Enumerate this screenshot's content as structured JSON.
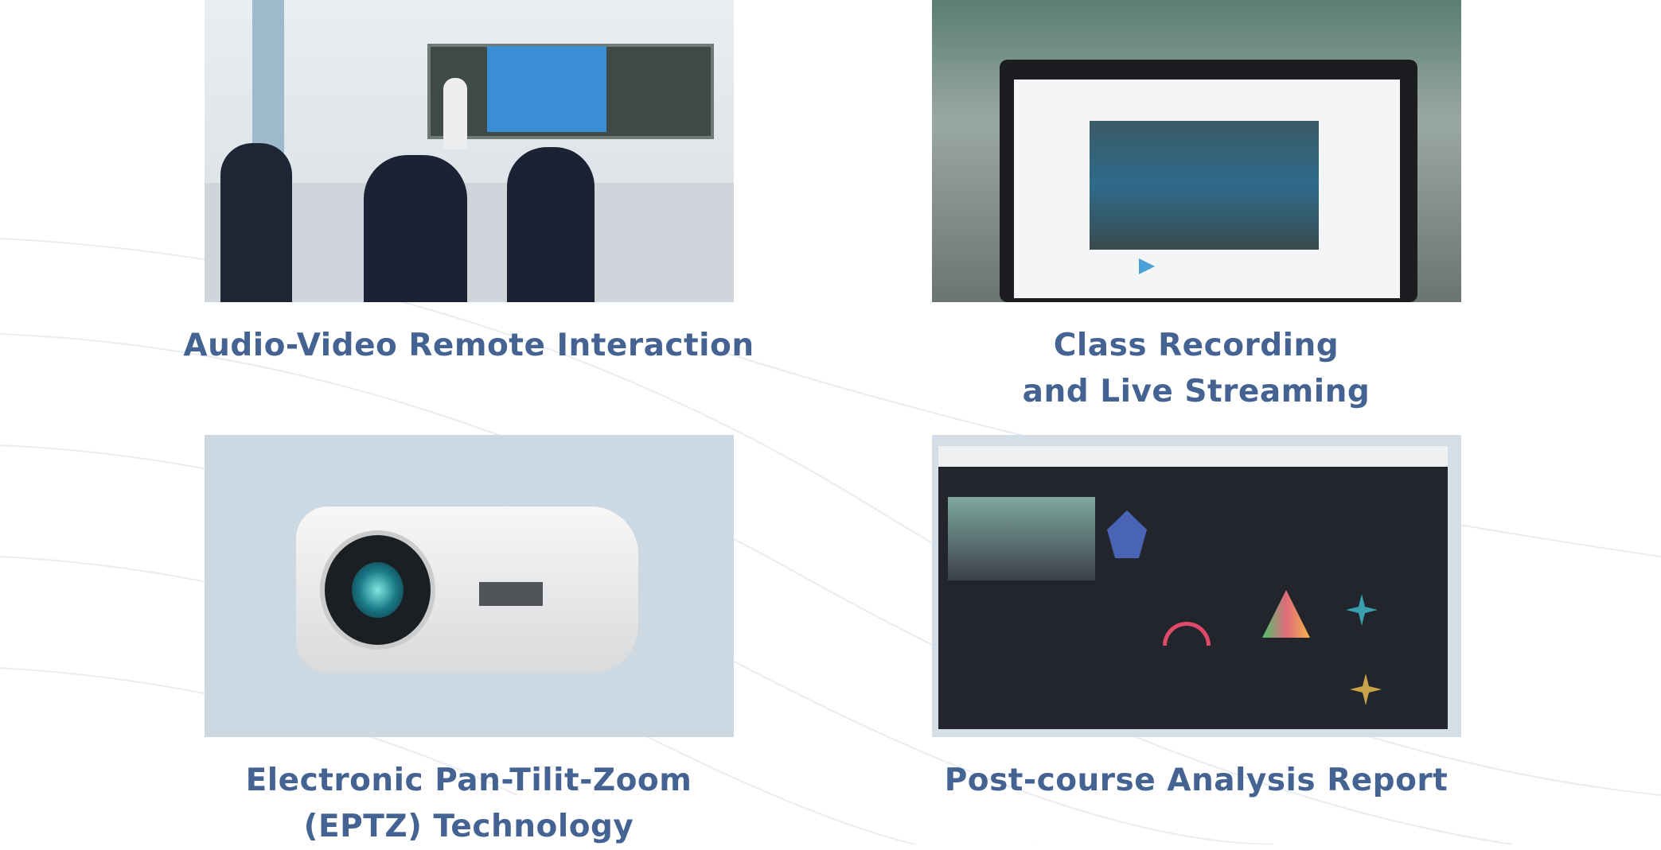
{
  "cards": [
    {
      "caption": [
        "Audio-Video Remote Interaction"
      ],
      "image": "classroom-remote-video-photo"
    },
    {
      "caption": [
        "Class Recording",
        "and Live Streaming"
      ],
      "image": "laptop-live-stream-photo"
    },
    {
      "caption": [
        "Electronic Pan-Tilit-Zoom",
        "(EPTZ) Technology"
      ],
      "image": "camera-product-photo"
    },
    {
      "caption": [
        "Post-course Analysis Report"
      ],
      "image": "analytics-dashboard-screenshot"
    }
  ],
  "colors": {
    "caption": "#456392",
    "background": "#ffffff"
  }
}
